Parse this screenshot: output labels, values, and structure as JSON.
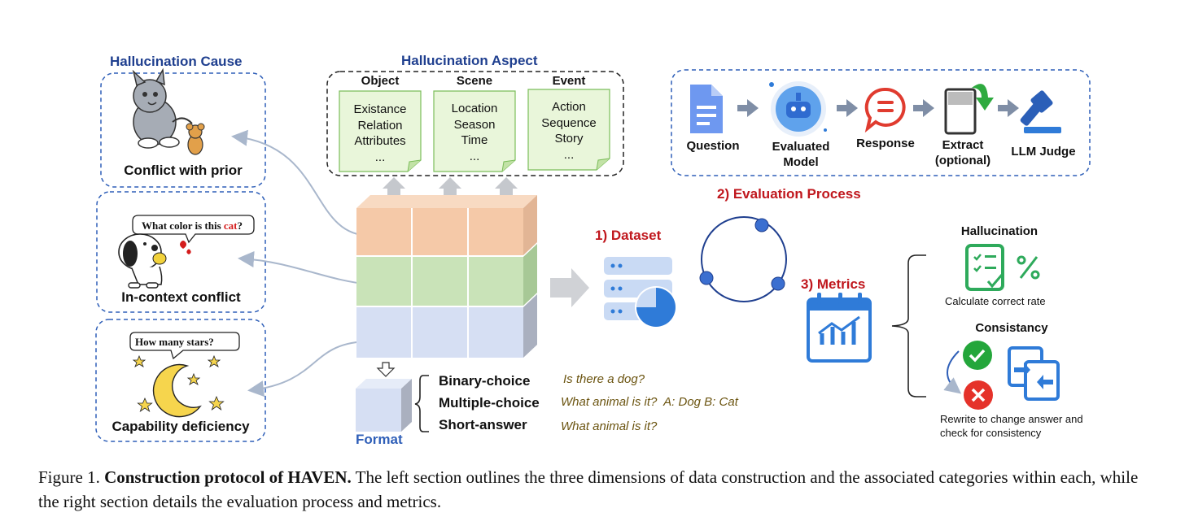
{
  "cause": {
    "title": "Hallucination Cause",
    "items": [
      {
        "label": "Conflict with prior"
      },
      {
        "label": "In-context conflict",
        "bubble_pre": "What color is this ",
        "bubble_hl": "cat",
        "bubble_post": "?"
      },
      {
        "label": "Capability deficiency",
        "bubble": "How many stars?"
      }
    ]
  },
  "aspect": {
    "title": "Hallucination Aspect",
    "columns": [
      {
        "header": "Object",
        "lines": [
          "Existance",
          "Relation",
          "Attributes",
          "..."
        ]
      },
      {
        "header": "Scene",
        "lines": [
          "Location",
          "Season",
          "Time",
          "..."
        ]
      },
      {
        "header": "Event",
        "lines": [
          "Action",
          "Sequence",
          "Story",
          "..."
        ]
      }
    ]
  },
  "format": {
    "label": "Format",
    "rows": [
      {
        "type": "Binary-choice",
        "example": "Is there a dog?"
      },
      {
        "type": "Multiple-choice",
        "example": "What animal is it?  A: Dog B: Cat"
      },
      {
        "type": "Short-answer",
        "example": "What animal is it?"
      }
    ]
  },
  "dataset": {
    "label": "1) Dataset"
  },
  "process": {
    "title": "2) Evaluation Process",
    "steps": [
      {
        "label": "Question",
        "icon": "document-icon"
      },
      {
        "label": "Evaluated Model",
        "icon": "robot-icon"
      },
      {
        "label": "Response",
        "icon": "chat-bubble-icon"
      },
      {
        "label": "Extract (optional)",
        "icon": "extract-icon"
      },
      {
        "label": "LLM Judge",
        "icon": "gavel-icon"
      }
    ]
  },
  "metrics": {
    "title": "3) Metrics",
    "hallucination": {
      "title": "Hallucination",
      "desc": "Calculate correct rate"
    },
    "consistency": {
      "title": "Consistancy",
      "desc_line1": "Rewrite to change answer and",
      "desc_line2": "check for consistency"
    }
  },
  "caption": {
    "prefix": "Figure 1. ",
    "bold": "Construction protocol of HAVEN.",
    "text": " The left section outlines the three dimensions of data construction and the associated categories within each, while the right section details the evaluation process and metrics."
  },
  "colors": {
    "blue_title": "#1f3f8f",
    "red_title": "#c0171d",
    "cube_orange": "#f5c9a8",
    "cube_green": "#c9e3b8",
    "cube_blue": "#d6dff3",
    "icon_blue": "#2f7bd8",
    "example_text": "#6b5410"
  }
}
